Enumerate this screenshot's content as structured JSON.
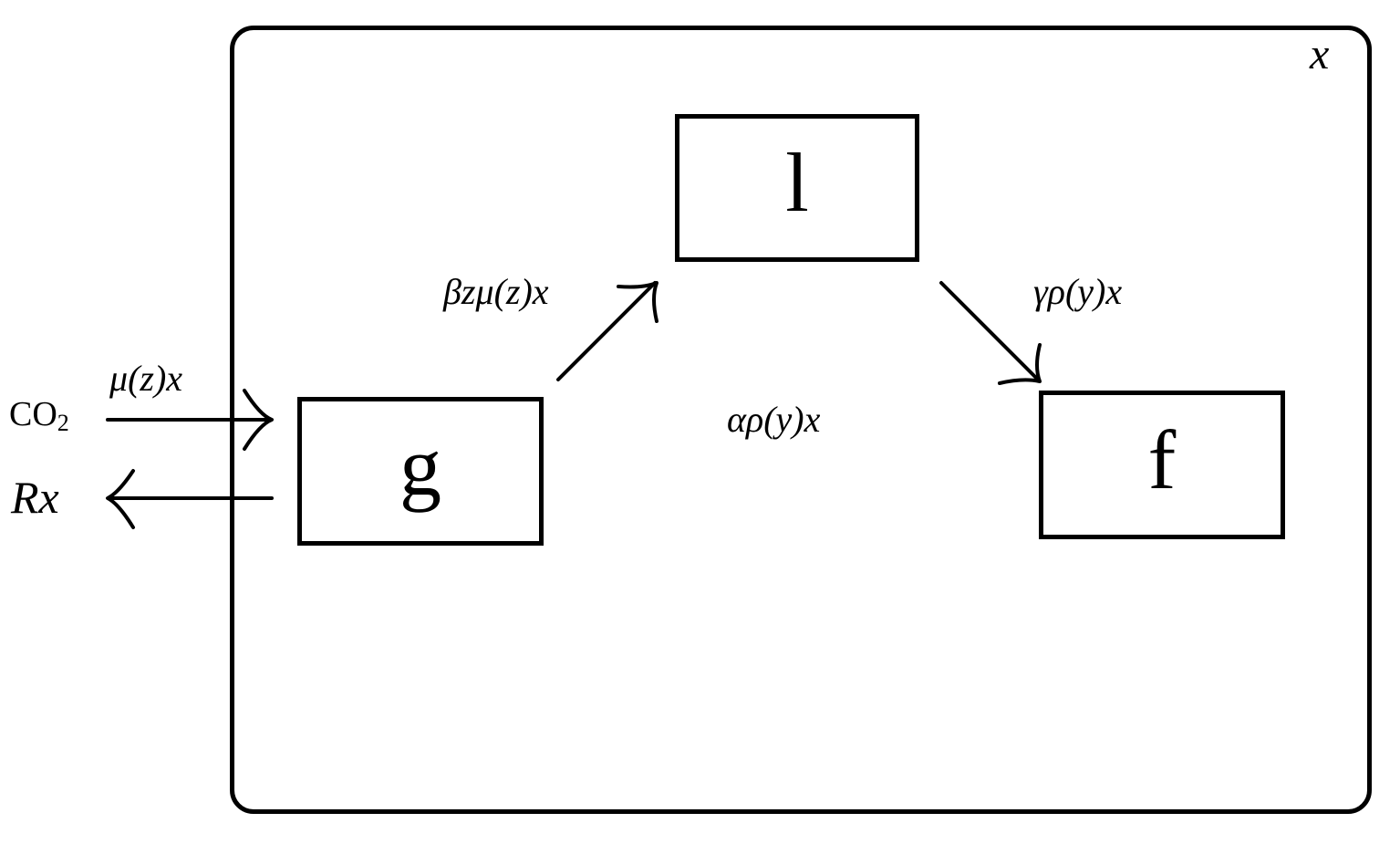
{
  "diagram": {
    "container_label": "x",
    "compartments": {
      "l": "l",
      "g": "g",
      "f": "f"
    },
    "flows": {
      "co2_in": {
        "source": "CO",
        "source_subscript": "2",
        "rate": "μ(z)x"
      },
      "respiration_out": {
        "label": "Rx"
      },
      "g_to_l": {
        "rate": "βzμ(z)x"
      },
      "l_to_f": {
        "rate": "γρ(y)x"
      },
      "alpha_flow": {
        "rate": "αρ(y)x"
      }
    }
  }
}
